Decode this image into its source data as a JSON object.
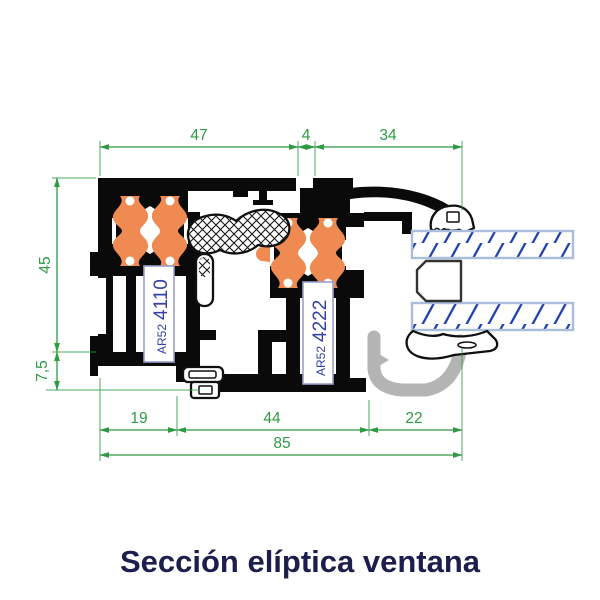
{
  "drawing": {
    "title": "Sección elíptica ventana",
    "profiles": [
      {
        "series": "AR52",
        "code": "4110"
      },
      {
        "series": "AR52",
        "code": "4222"
      }
    ],
    "dimensions_mm": {
      "top": {
        "d47": "47",
        "d4": "4",
        "d34": "34"
      },
      "left": {
        "d45": "45",
        "d7_5": "7,5"
      },
      "bottom": {
        "d19": "19",
        "d44": "44",
        "d22": "22"
      },
      "overall": {
        "d85": "85"
      }
    }
  },
  "colors": {
    "dimension-green": "#2f9944",
    "thermal-orange": "#ee8a52",
    "profile-black": "#0a0a0a",
    "glass-hatch-blue": "#2342af",
    "glass-edge-blue": "#a8bedc",
    "label-blue": "#3440a8",
    "label-border": "#9aa0cc",
    "title-navy": "#1c1e4e",
    "trim-gray": "#b4b4b4"
  }
}
